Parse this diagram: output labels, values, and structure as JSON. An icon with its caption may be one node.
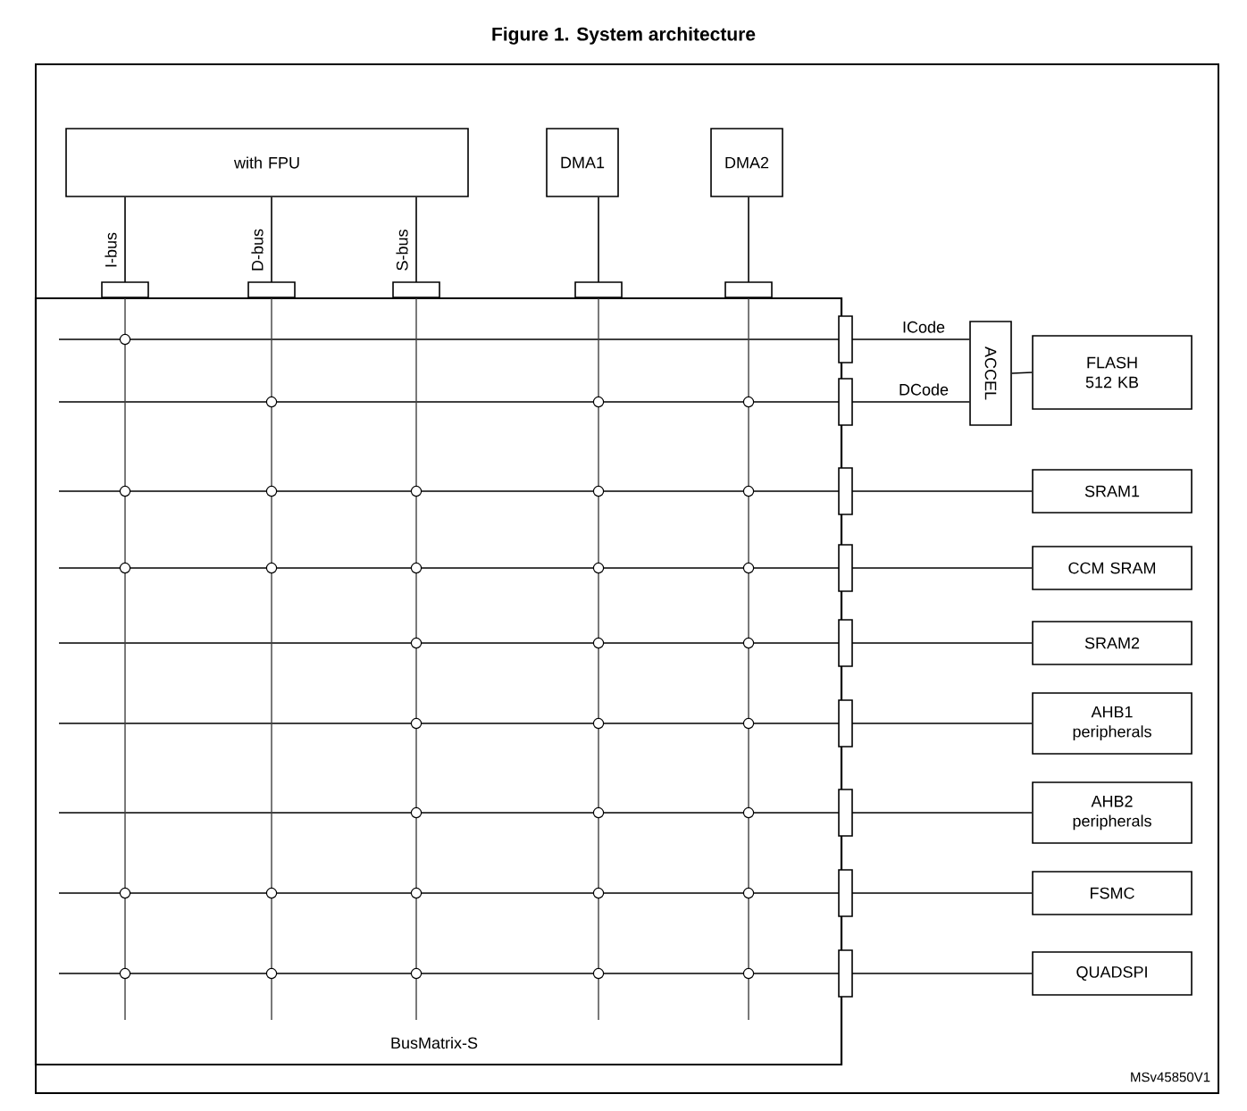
{
  "diagram": {
    "title": "Figure 1. System architecture",
    "nodes": [
      {
        "text": [
          "with FPU"
        ]
      },
      {
        "text": [
          "DMA1"
        ]
      },
      {
        "text": [
          "DMA2"
        ]
      },
      {
        "text": [
          "BusMatrix-S"
        ]
      },
      {
        "text": [
          "ACCEL"
        ]
      },
      {
        "text": [
          "FLASH 512 KB"
        ]
      },
      {
        "text": [
          "SRAM1"
        ]
      },
      {
        "text": [
          "CCM SRAM"
        ]
      },
      {
        "text": [
          "SRAM2"
        ]
      },
      {
        "text": [
          "AHB1 peripherals"
        ]
      },
      {
        "text": [
          "AHB2 peripherals"
        ]
      },
      {
        "text": [
          "FSMC"
        ]
      },
      {
        "text": [
          "QUADSPI"
        ]
      }
    ],
    "edges": [
      {
        "from": 0,
        "to": 3,
        "arrow": "none",
        "label": "I-bus"
      },
      {
        "from": 0,
        "to": 3,
        "arrow": "none",
        "label": "D-bus"
      },
      {
        "from": 0,
        "to": 3,
        "arrow": "none",
        "label": "S-bus"
      },
      {
        "from": 1,
        "to": 3,
        "arrow": "none"
      },
      {
        "from": 2,
        "to": 3,
        "arrow": "none"
      },
      {
        "from": 3,
        "to": 4,
        "arrow": "none",
        "label": "ICode"
      },
      {
        "from": 3,
        "to": 4,
        "arrow": "none",
        "label": "DCode"
      },
      {
        "from": 4,
        "to": 5,
        "arrow": "none"
      },
      {
        "from": 3,
        "to": 6,
        "arrow": "none"
      },
      {
        "from": 3,
        "to": 7,
        "arrow": "none"
      },
      {
        "from": 3,
        "to": 8,
        "arrow": "none"
      },
      {
        "from": 3,
        "to": 9,
        "arrow": "none"
      },
      {
        "from": 3,
        "to": 10,
        "arrow": "none"
      },
      {
        "from": 3,
        "to": 11,
        "arrow": "none"
      },
      {
        "from": 3,
        "to": 12,
        "arrow": "none"
      }
    ],
    "labels": [
      "MSv45850V1"
    ]
  }
}
